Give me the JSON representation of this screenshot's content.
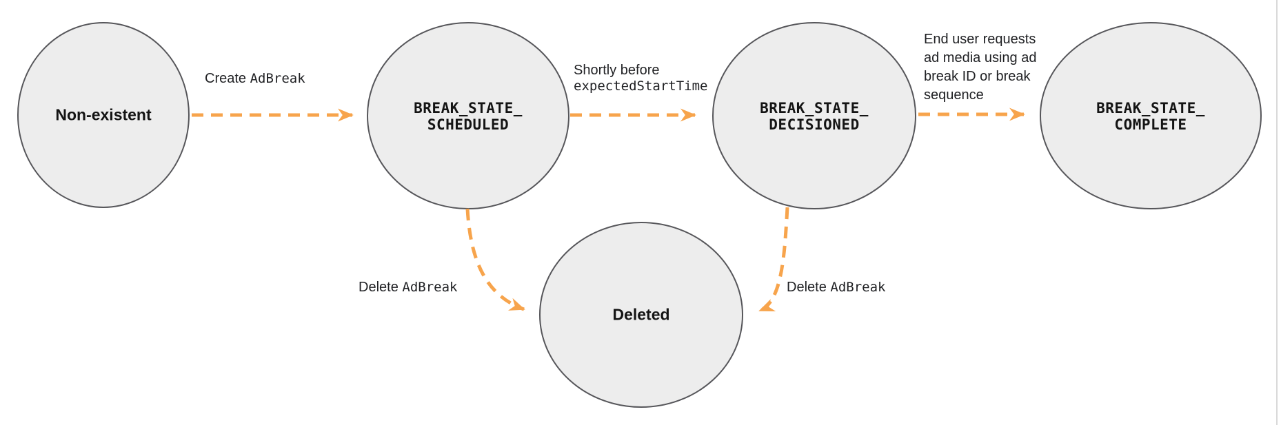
{
  "colors": {
    "arrow": "#F7A44C",
    "state_fill": "#EDEDED",
    "state_stroke": "#56565A",
    "text": "#1D1D1F",
    "page_edge_line": "#D9D9D9"
  },
  "states": {
    "non_existent": {
      "label": "Non-existent"
    },
    "scheduled": {
      "line1": "BREAK_STATE_",
      "line2": "SCHEDULED"
    },
    "decisioned": {
      "line1": "BREAK_STATE_",
      "line2": "DECISIONED"
    },
    "complete": {
      "line1": "BREAK_STATE_",
      "line2": "COMPLETE"
    },
    "deleted": {
      "label": "Deleted"
    }
  },
  "transitions": {
    "create": {
      "plain": "Create ",
      "code": "AdBreak"
    },
    "shortly": {
      "plain": "Shortly before",
      "code": "expectedStartTime"
    },
    "end_user": {
      "plain": "End user requests ad media using ad break ID or break sequence"
    },
    "delete_left": {
      "plain": "Delete ",
      "code": "AdBreak"
    },
    "delete_right": {
      "plain": "Delete ",
      "code": "AdBreak"
    }
  }
}
